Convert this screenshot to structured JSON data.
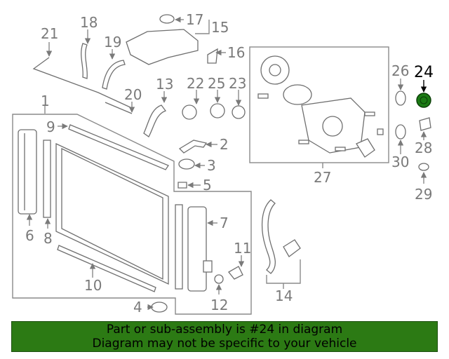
{
  "diagram": {
    "highlight_color": "#1b7a14",
    "label_color": "#7a7a7a",
    "callouts": {
      "c1": "1",
      "c2": "2",
      "c3": "3",
      "c4": "4",
      "c5": "5",
      "c6": "6",
      "c7": "7",
      "c8": "8",
      "c9": "9",
      "c10": "10",
      "c11": "11",
      "c12": "12",
      "c13": "13",
      "c14": "14",
      "c15": "15",
      "c16": "16",
      "c17": "17",
      "c18": "18",
      "c19": "19",
      "c20": "20",
      "c21": "21",
      "c22": "22",
      "c23": "23",
      "c24": "24",
      "c25": "25",
      "c26": "26",
      "c27": "27",
      "c28": "28",
      "c29": "29",
      "c30": "30"
    }
  },
  "banner": {
    "background": "#2c7a14",
    "line1": "Part or sub-assembly is #24 in diagram",
    "line2": "Diagram may not be specific to your vehicle"
  }
}
